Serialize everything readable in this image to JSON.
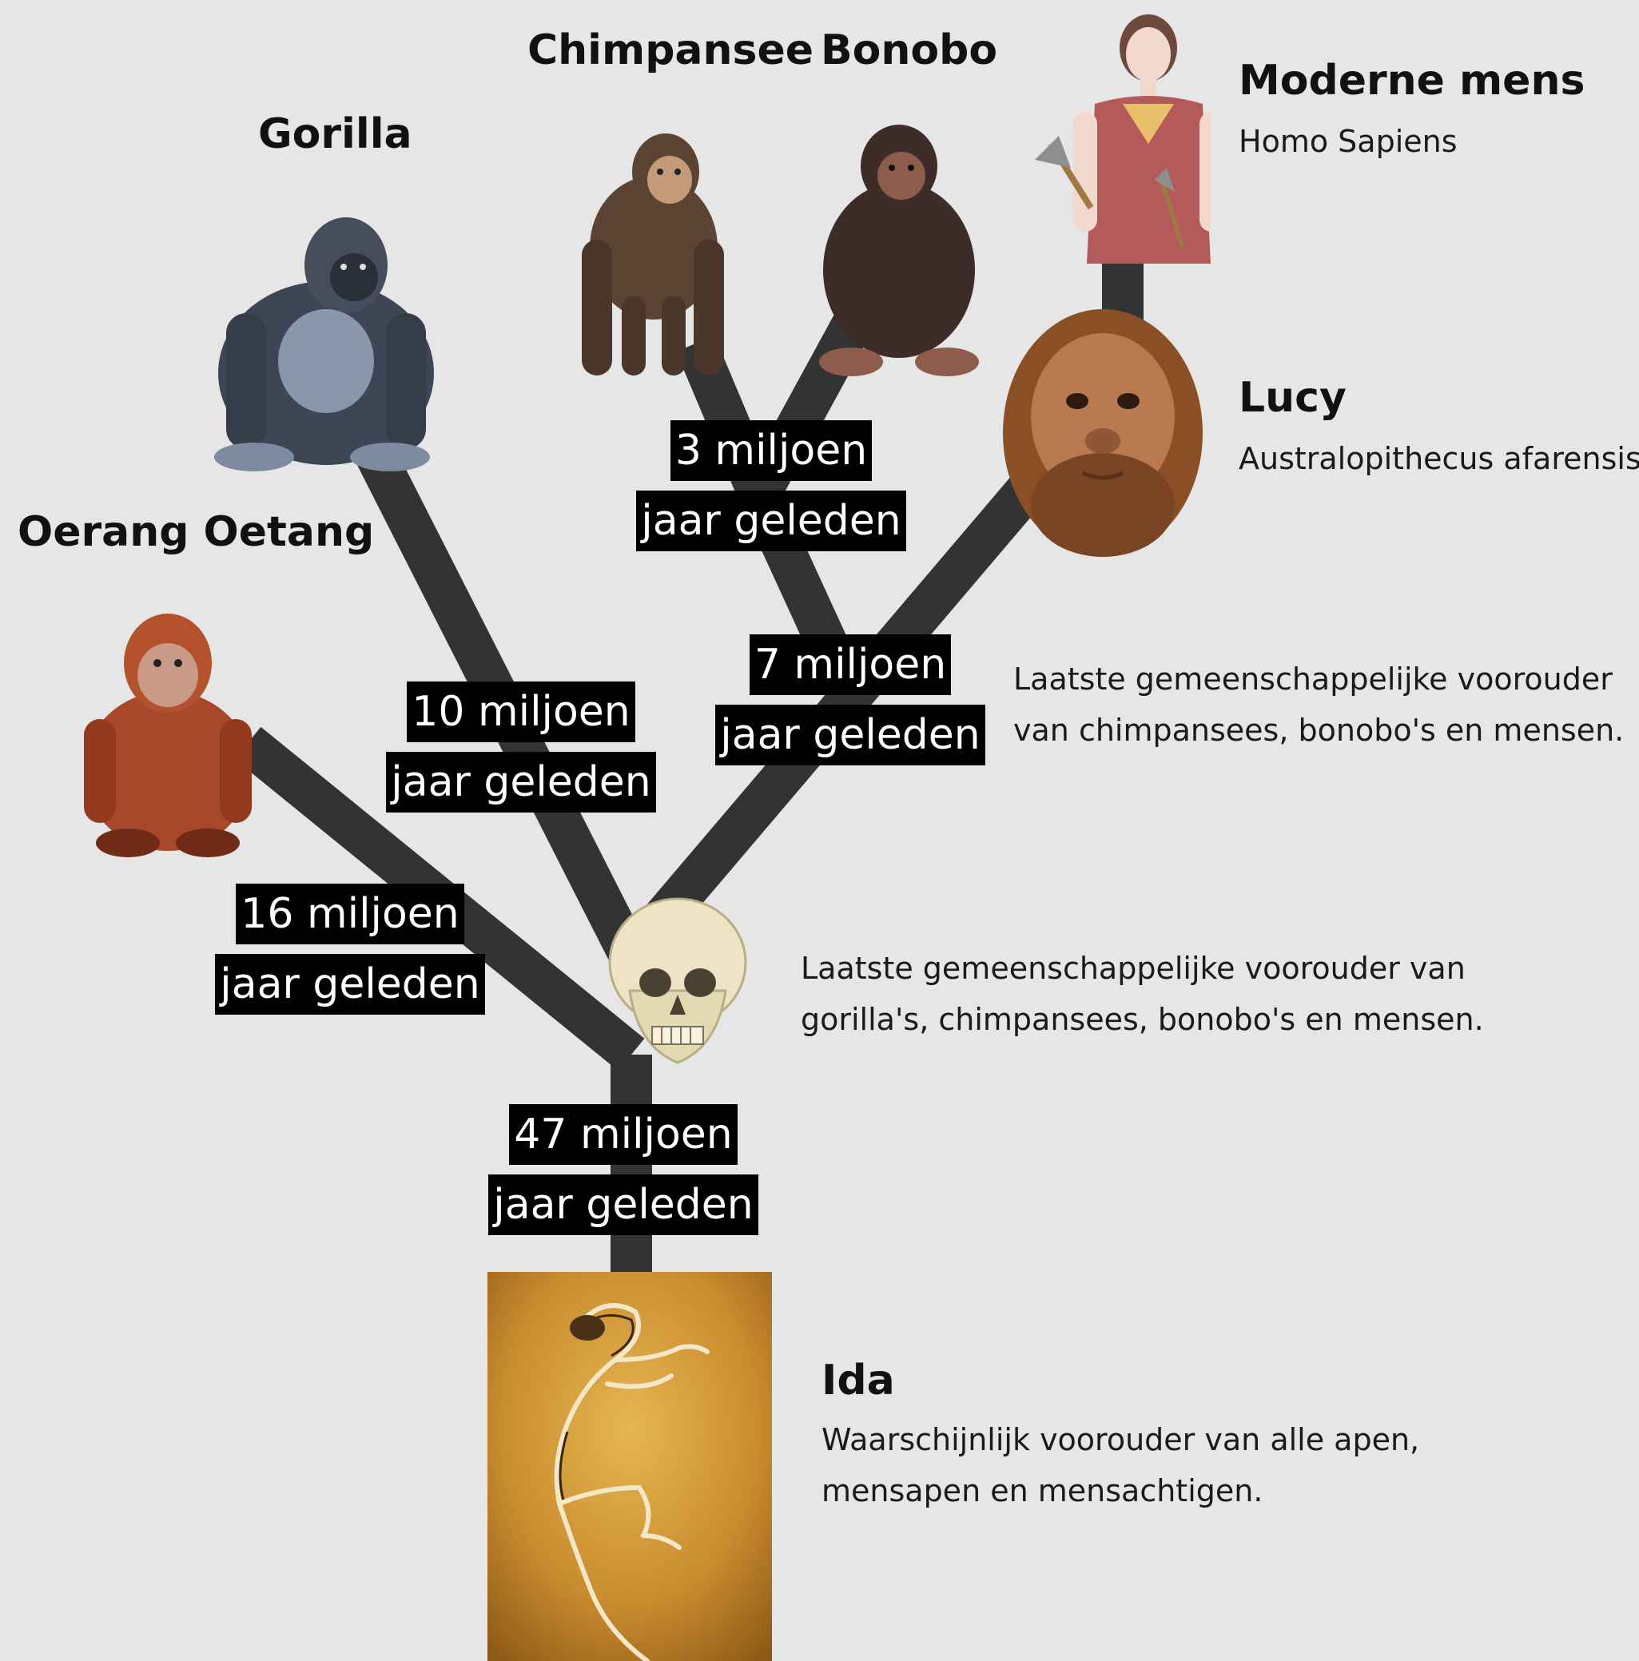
{
  "species": {
    "orangutan": {
      "name": "Oerang Oetang"
    },
    "gorilla": {
      "name": "Gorilla"
    },
    "chimpanzee": {
      "name": "Chimpansee"
    },
    "bonobo": {
      "name": "Bonobo"
    },
    "modern_human": {
      "name": "Moderne mens",
      "scientific": "Homo Sapiens"
    },
    "lucy": {
      "name": "Lucy",
      "scientific": "Australopithecus afarensis"
    },
    "ida": {
      "name": "Ida",
      "description_line1": "Waarschijnlijk voorouder van alle apen,",
      "description_line2": "mensapen en mensachtigen."
    }
  },
  "ancestors": {
    "chimp_human": {
      "line1": "Laatste gemeenschappelijke voorouder",
      "line2": "van chimpansees, bonobo's  en mensen."
    },
    "gorilla_human": {
      "line1": "Laatste gemeenschappelijke voorouder van",
      "line2": "gorilla's, chimpansees, bonobo's  en mensen."
    }
  },
  "time_labels": {
    "t47": {
      "line1": "47 miljoen",
      "line2": "jaar geleden"
    },
    "t16": {
      "line1": "16 miljoen",
      "line2": "jaar geleden"
    },
    "t10": {
      "line1": "10 miljoen",
      "line2": "jaar geleden"
    },
    "t7": {
      "line1": "7 miljoen",
      "line2": "jaar geleden"
    },
    "t3": {
      "line1": "3 miljoen",
      "line2": "jaar geleden"
    }
  },
  "colors": {
    "background": "#e6e6e6",
    "branch": "#333333",
    "label_bg": "#000000",
    "label_text": "#ffffff"
  }
}
